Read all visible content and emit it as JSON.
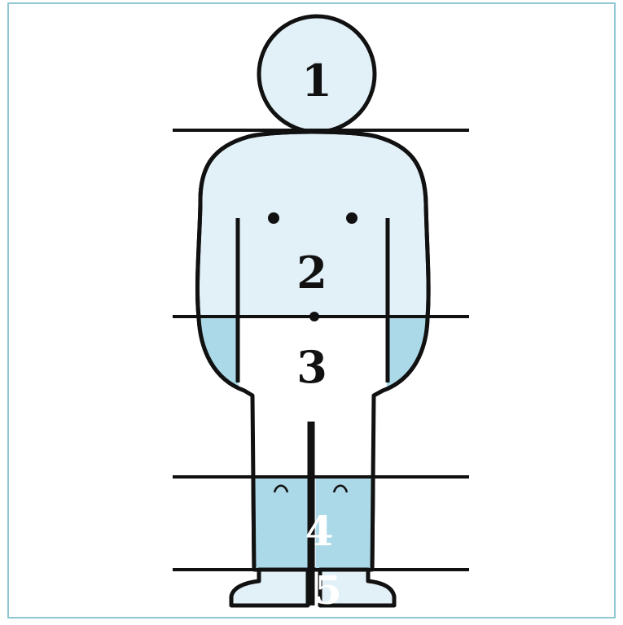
{
  "figure": {
    "colors": {
      "head_torso_fill": "#e2f0f7",
      "lower_fill": "#acd9e8",
      "stroke": "#111111",
      "frame": "#8fc6d4",
      "label_dark": "#111111",
      "label_light": "#ffffff"
    },
    "segments": [
      {
        "id": "head",
        "label": "1"
      },
      {
        "id": "torso",
        "label": "2"
      },
      {
        "id": "pelvis",
        "label": "3"
      },
      {
        "id": "shanks",
        "label": "4"
      },
      {
        "id": "feet",
        "label": "5"
      }
    ]
  }
}
